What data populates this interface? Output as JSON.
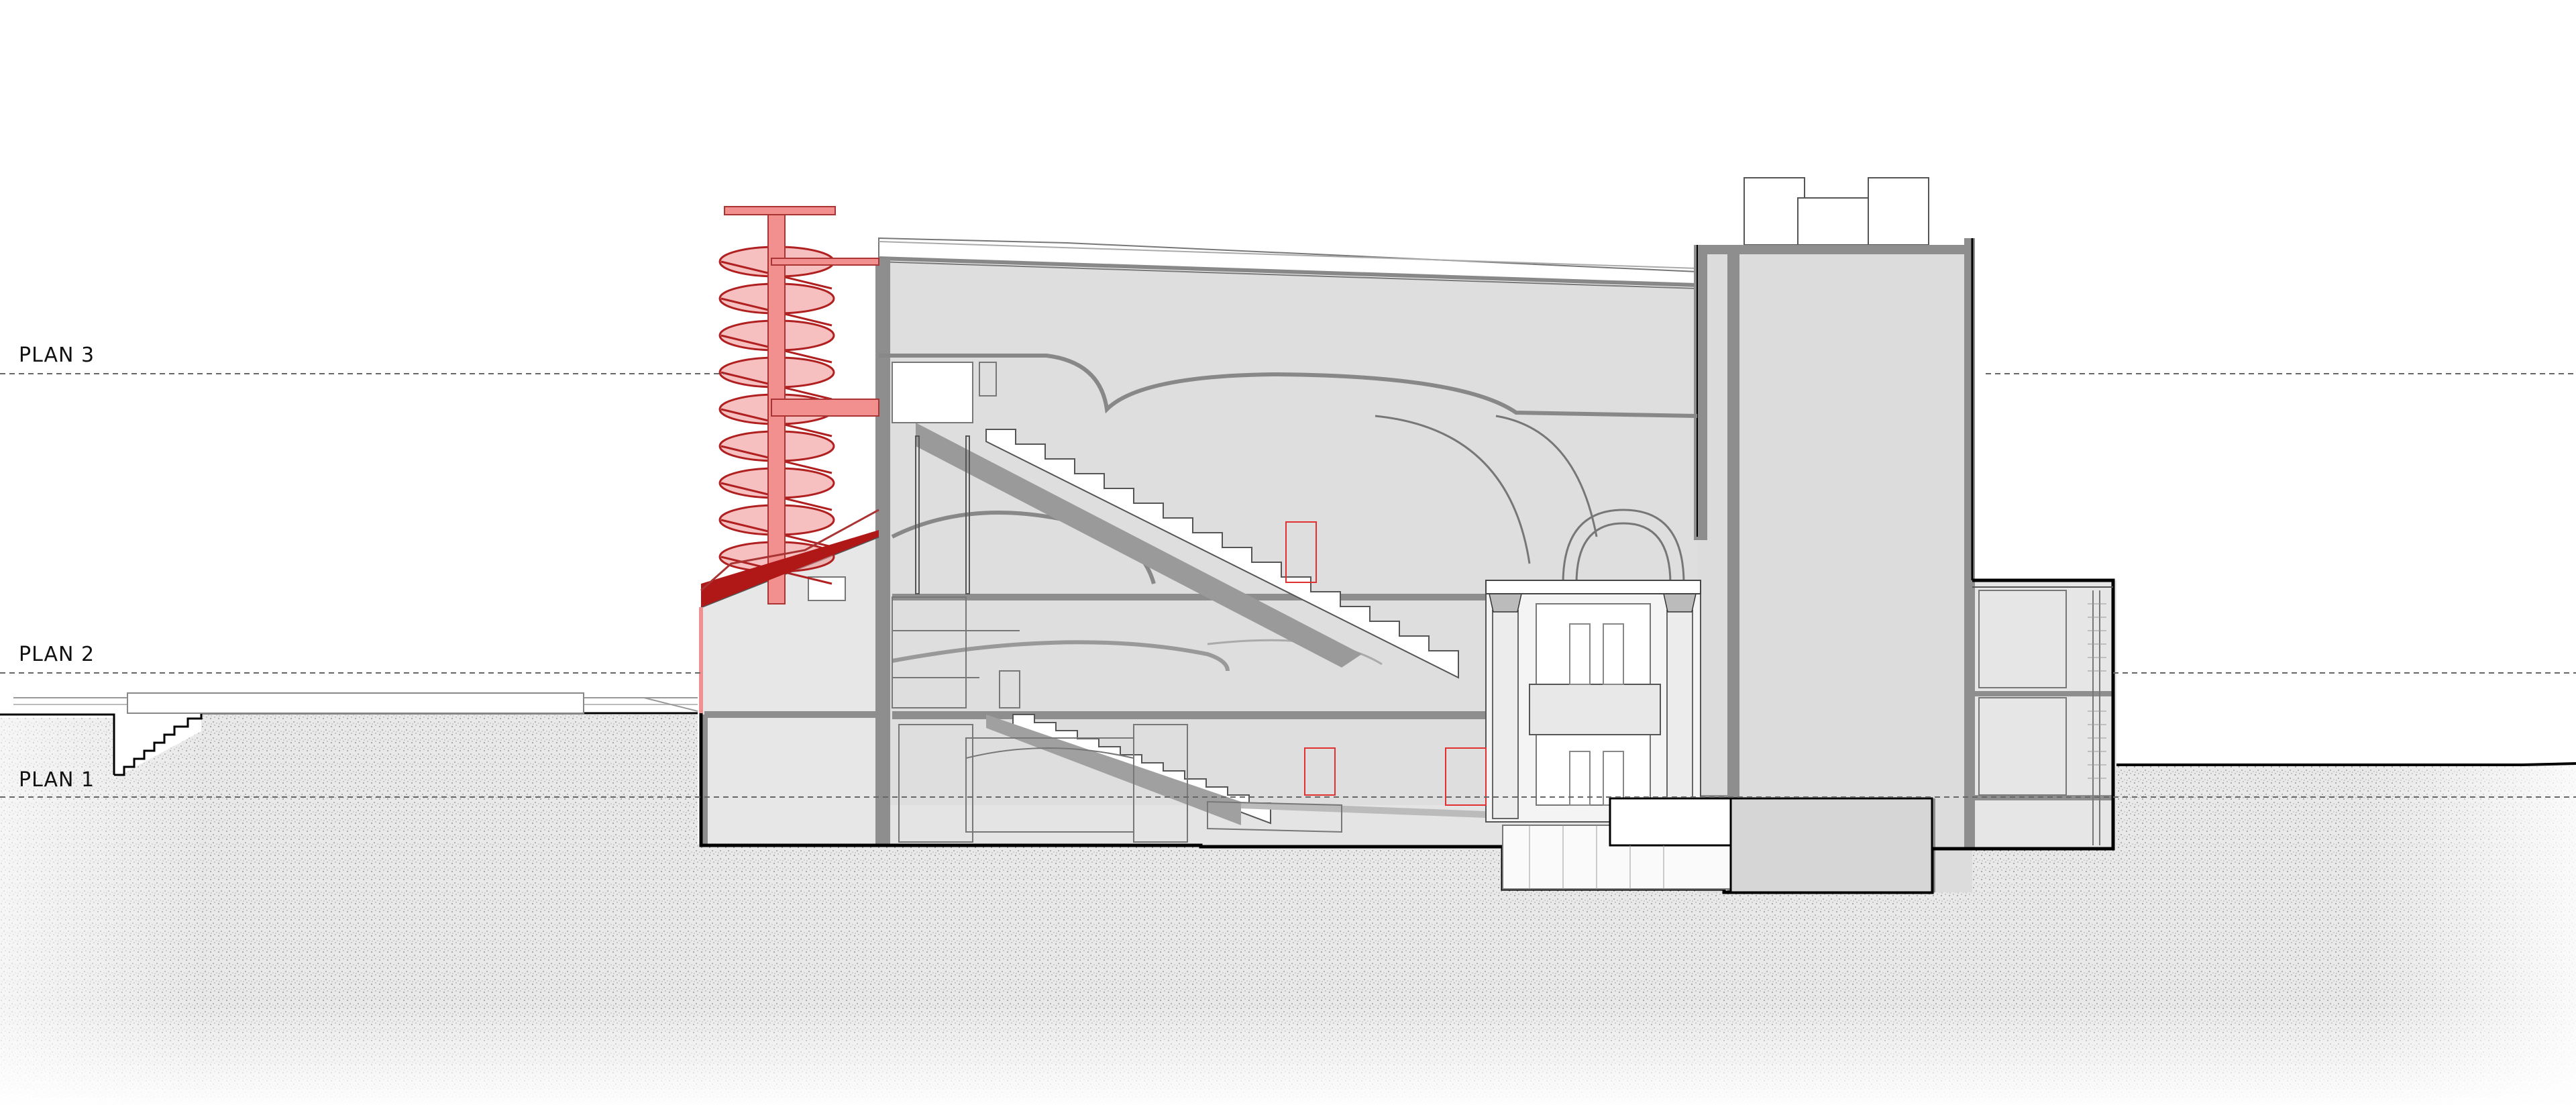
{
  "levels": [
    {
      "id": "plan-3",
      "label": "PLAN 3"
    },
    {
      "id": "plan-2",
      "label": "PLAN 2"
    },
    {
      "id": "plan-1",
      "label": "PLAN 1"
    }
  ],
  "colors": {
    "ground_fill": "#d6d6d6",
    "interior_fill": "#e2e2e2",
    "wall_fill": "#8e8e8e",
    "stair_red": "#f08c8c",
    "stair_red_dark": "#a00000",
    "outline": "#000000",
    "datum_line": "#666666"
  },
  "icons": {
    "spiral_stair": "red-spiral-staircase-icon",
    "column_capital": "corinthian-capital-icon"
  }
}
